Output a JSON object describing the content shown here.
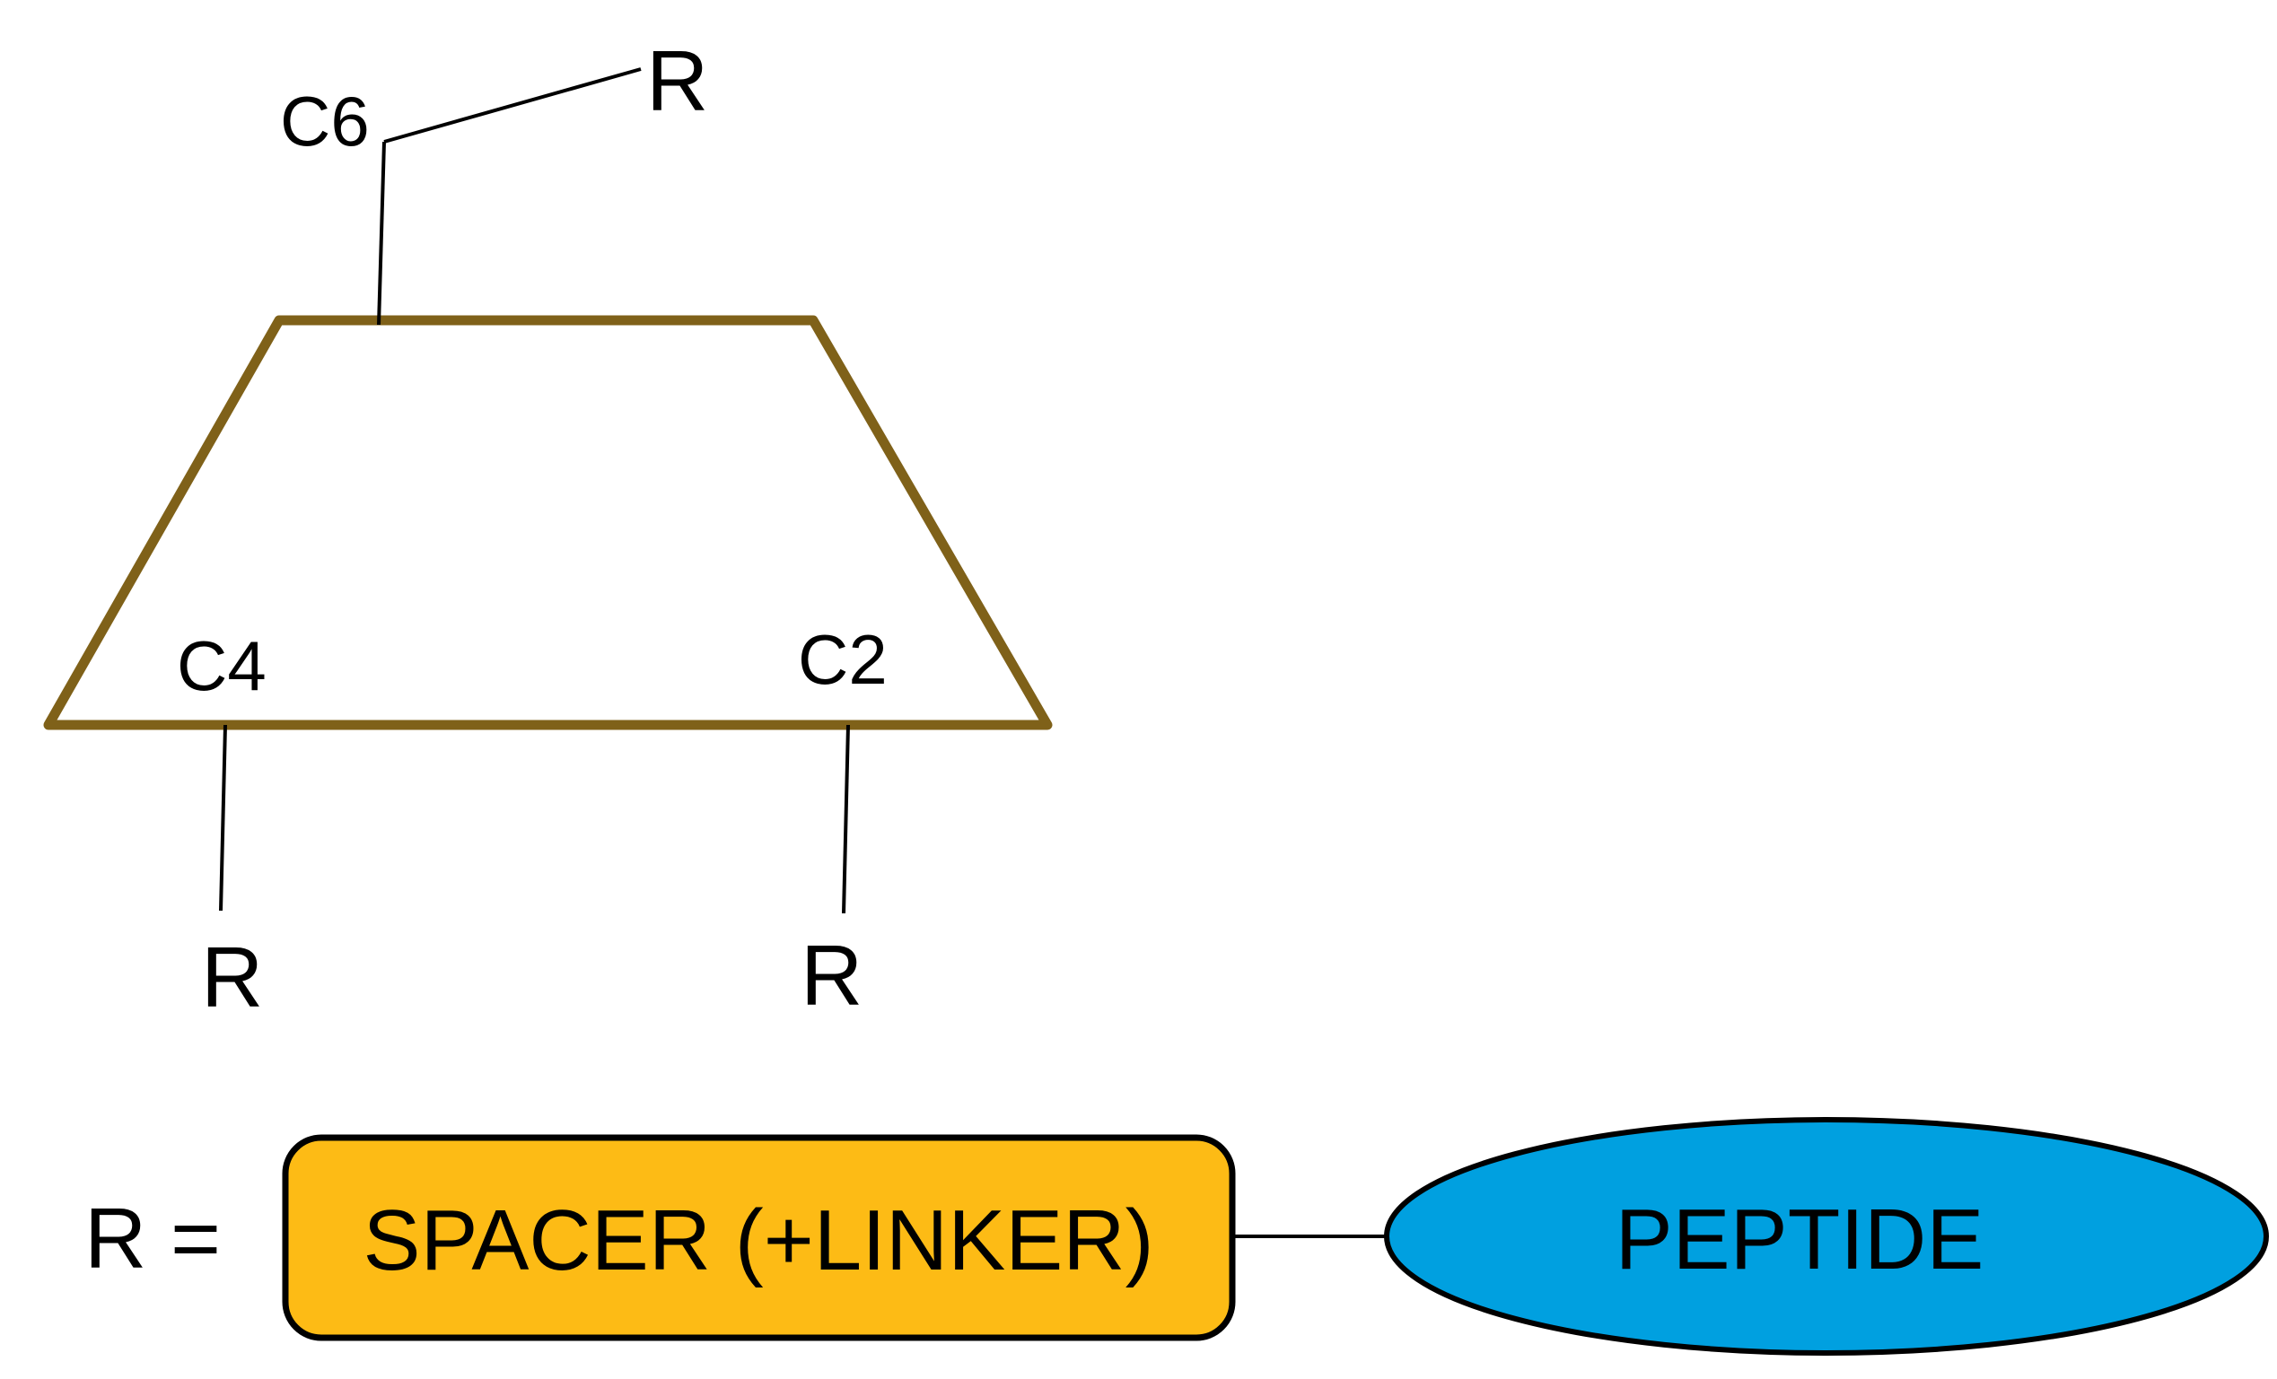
{
  "sugar": {
    "stroke_color": "#7f6119",
    "positions": [
      {
        "position": "C6",
        "substituent": "R"
      },
      {
        "position": "C4",
        "substituent": "R"
      },
      {
        "position": "C2",
        "substituent": "R"
      }
    ]
  },
  "legend": {
    "r_equals": "R =",
    "spacer": {
      "label": "SPACER (+LINKER)",
      "fill": "#fdbb15"
    },
    "peptide": {
      "label": "PEPTIDE",
      "fill": "#00a0e0"
    }
  }
}
